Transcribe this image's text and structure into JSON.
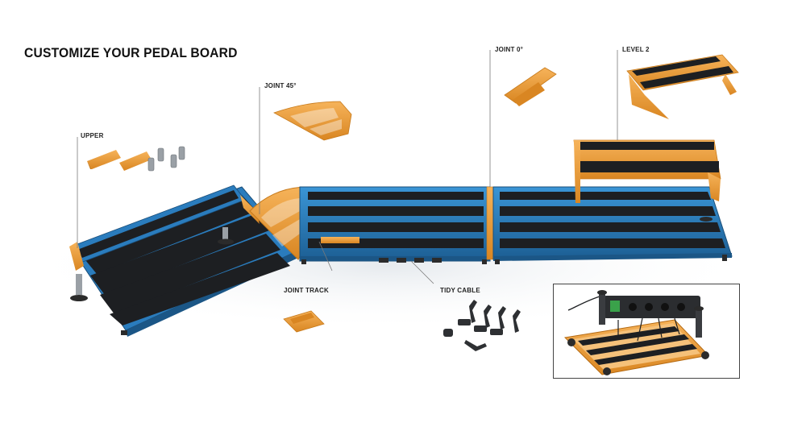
{
  "page": {
    "title": "CUSTOMIZE YOUR PEDAL BOARD"
  },
  "labels": {
    "upper": "UPPER",
    "joint_45": "JOINT 45°",
    "joint_0": "JOINT 0°",
    "level_2": "LEVEL 2",
    "joint_track": "JOINT TRACK",
    "tidy_cable": "TIDY CABLE"
  },
  "colors": {
    "frame_blue": "#2f86c6",
    "frame_blue_dark": "#1d5f93",
    "accent_orange": "#f0a03a",
    "accent_orange_dark": "#c97a1c",
    "rail_black": "#1d1f22",
    "leader_line": "#7a7a7a"
  }
}
